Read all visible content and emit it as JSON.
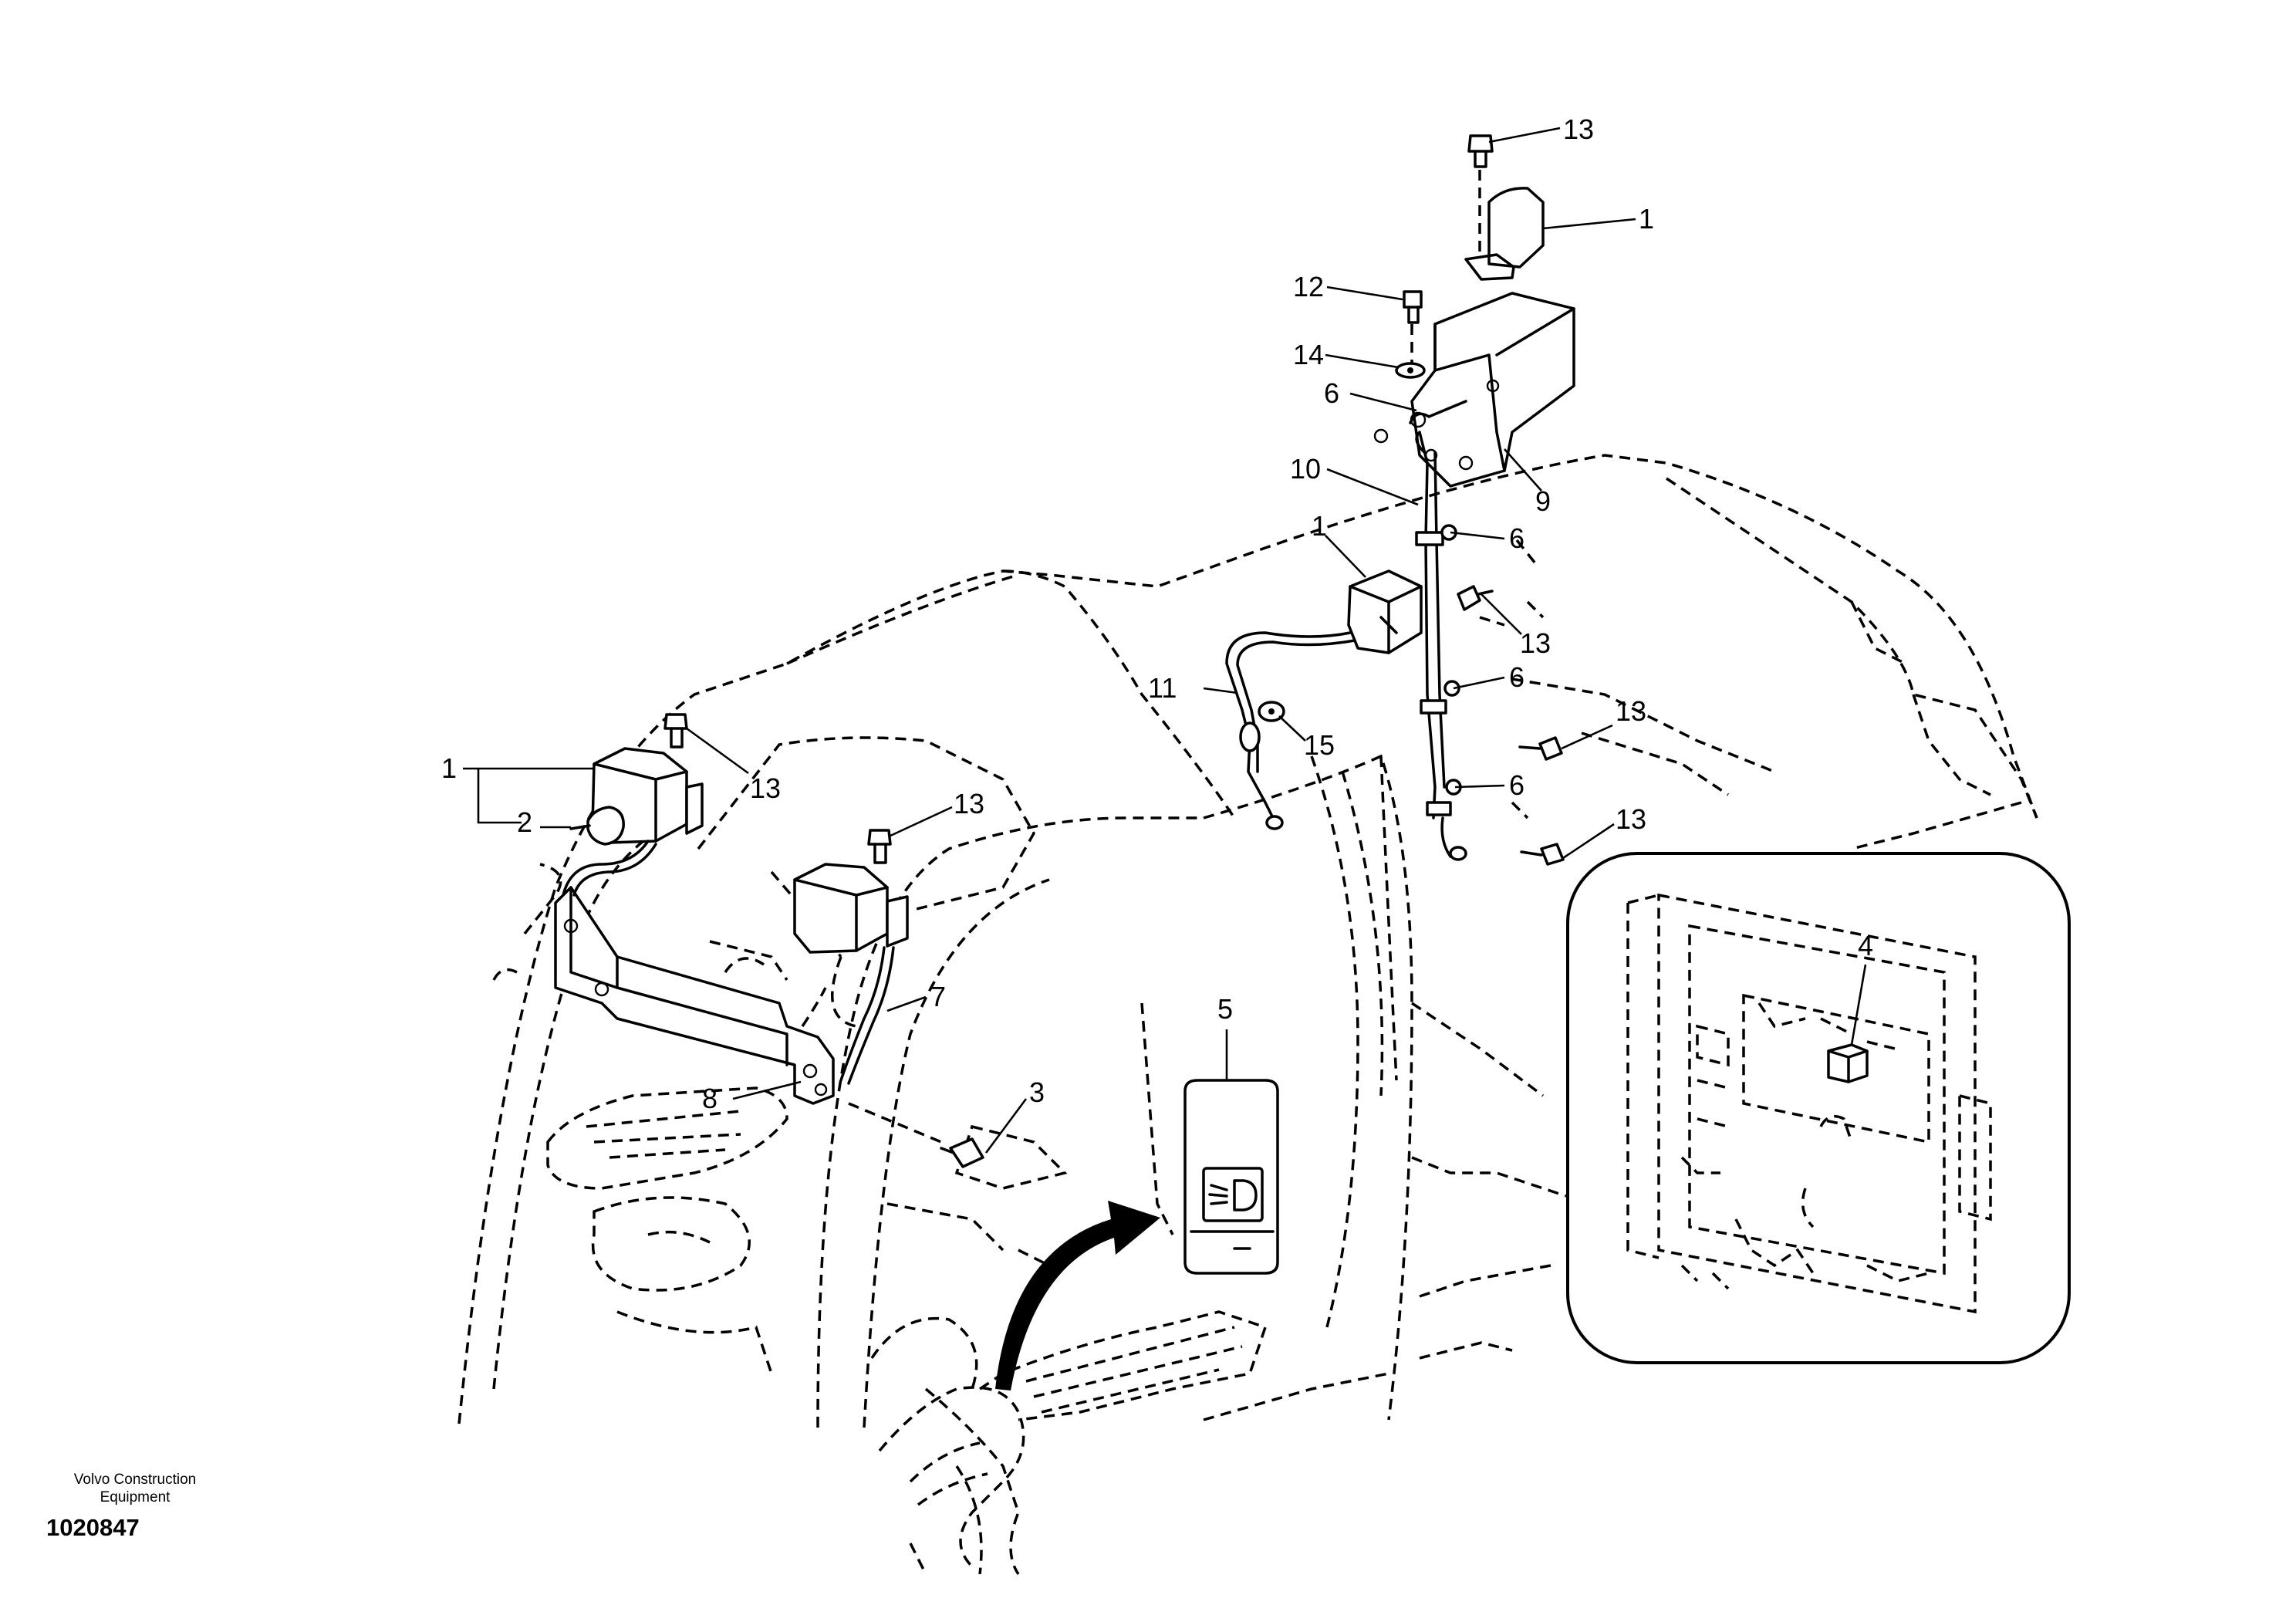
{
  "publisher": {
    "name_line1": "Volvo Construction",
    "name_line2": "Equipment"
  },
  "drawing_number": "1020847",
  "callouts": [
    {
      "id": "c-13-a",
      "text": "13"
    },
    {
      "id": "c-1-a",
      "text": "1"
    },
    {
      "id": "c-12",
      "text": "12"
    },
    {
      "id": "c-14",
      "text": "14"
    },
    {
      "id": "c-6-a",
      "text": "6"
    },
    {
      "id": "c-9",
      "text": "9"
    },
    {
      "id": "c-10",
      "text": "10"
    },
    {
      "id": "c-1-b",
      "text": "1"
    },
    {
      "id": "c-6-b",
      "text": "6"
    },
    {
      "id": "c-13-b",
      "text": "13"
    },
    {
      "id": "c-6-c",
      "text": "6"
    },
    {
      "id": "c-11",
      "text": "11"
    },
    {
      "id": "c-15",
      "text": "15"
    },
    {
      "id": "c-13-c",
      "text": "13"
    },
    {
      "id": "c-6-d",
      "text": "6"
    },
    {
      "id": "c-13-d",
      "text": "13"
    },
    {
      "id": "c-1-c",
      "text": "1"
    },
    {
      "id": "c-2",
      "text": "2"
    },
    {
      "id": "c-13-e",
      "text": "13"
    },
    {
      "id": "c-13-f",
      "text": "13"
    },
    {
      "id": "c-7",
      "text": "7"
    },
    {
      "id": "c-8",
      "text": "8"
    },
    {
      "id": "c-3",
      "text": "3"
    },
    {
      "id": "c-5",
      "text": "5"
    },
    {
      "id": "c-4",
      "text": "4"
    }
  ]
}
